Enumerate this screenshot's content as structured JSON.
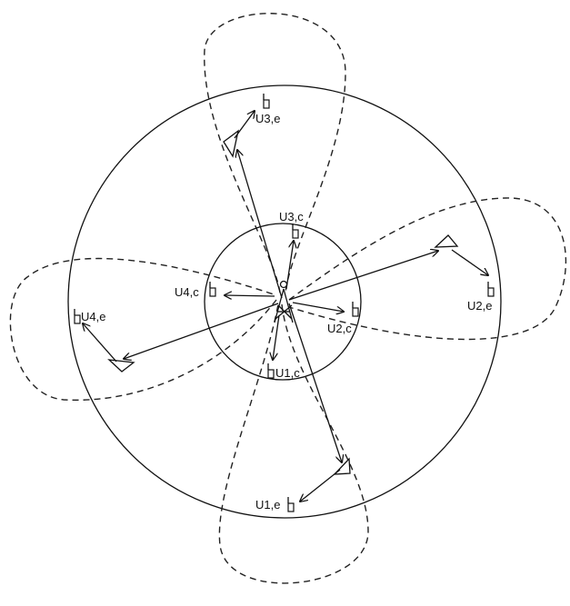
{
  "diagram": {
    "labels": {
      "u1_cell": "U1,c",
      "u2_cell": "U2,c",
      "u3_cell": "U3,c",
      "u4_cell": "U4,c",
      "u1_edge": "U1,e",
      "u2_edge": "U2,e",
      "u3_edge": "U3,e",
      "u4_edge": "U4,e"
    },
    "icons": {
      "base_station": "antenna-tower-icon",
      "ris": "triangle-reflector-icon",
      "user": "handset-icon"
    }
  }
}
